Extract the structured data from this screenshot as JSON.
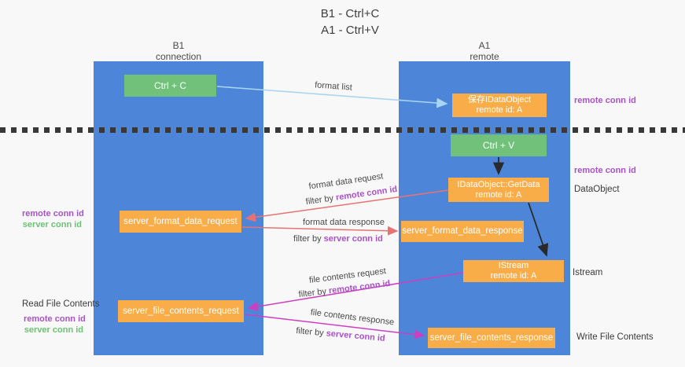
{
  "title": {
    "line1": "B1 - Ctrl+C",
    "line2": "A1 - Ctrl+V"
  },
  "columns": {
    "left": {
      "name": "B1",
      "subtitle": "connection"
    },
    "right": {
      "name": "A1",
      "subtitle": "remote"
    }
  },
  "boxes": {
    "ctrl_c": "Ctrl + C",
    "ctrl_v": "Ctrl + V",
    "save_idataobject": {
      "line1": "保存IDataObject",
      "line2": "remote id: A"
    },
    "getdata": {
      "line1": "IDataObject::GetData",
      "line2": "remote id: A"
    },
    "istream": {
      "line1": "IStream",
      "line2": "remote id: A"
    },
    "format_request": "server_format_data_request",
    "format_response": "server_format_data_response",
    "file_request": "server_file_contents_request",
    "file_response": "server_file_contents_response"
  },
  "labels": {
    "format_list": "format list",
    "format_data_request": "format data request",
    "format_data_response": "format data response",
    "file_contents_request": "file contents request",
    "file_contents_response": "file contents response",
    "filter_by": "filter by ",
    "remote_conn_id": "remote conn id",
    "server_conn_id": "server conn id",
    "dataobject": "DataObject",
    "istream": "Istream",
    "read_file_contents": "Read File Contents",
    "write_file_contents": "Write File Contents"
  },
  "colors": {
    "column_blue": "#4d86d9",
    "green_box": "#72c17b",
    "orange_box": "#f9ad49",
    "purple_text": "#a952c5",
    "green_text": "#6cc173",
    "arrow_blue": "#a9d5f2",
    "arrow_red": "#e57373",
    "arrow_magenta": "#cc3fc0",
    "arrow_black": "#2a2a2a"
  }
}
